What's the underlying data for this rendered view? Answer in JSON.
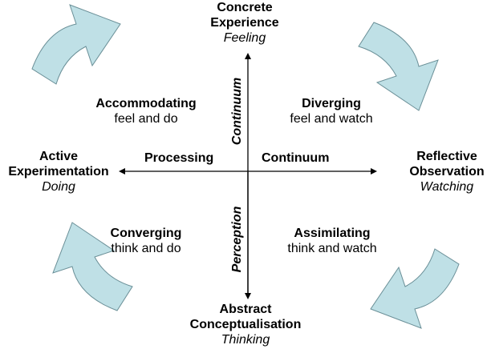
{
  "poles": {
    "top": {
      "title1": "Concrete",
      "title2": "Experience",
      "sub": "Feeling"
    },
    "bottom": {
      "title1": "Abstract",
      "title2": "Conceptualisation",
      "sub": "Thinking"
    },
    "left": {
      "title1": "Active",
      "title2": "Experimentation",
      "sub": "Doing"
    },
    "right": {
      "title1": "Reflective",
      "title2": "Observation",
      "sub": "Watching"
    }
  },
  "quadrants": {
    "top_left": {
      "name": "Accommodating",
      "desc": "feel and do"
    },
    "top_right": {
      "name": "Diverging",
      "desc": "feel and watch"
    },
    "bottom_left": {
      "name": "Converging",
      "desc": "think and do"
    },
    "bottom_right": {
      "name": "Assimilating",
      "desc": "think and watch"
    }
  },
  "axes": {
    "horizontal_left": "Processing",
    "horizontal_right": "Continuum",
    "vertical_top": "Continuum",
    "vertical_bottom": "Perception"
  },
  "colors": {
    "arrow_fill": "#bfe0e6",
    "arrow_stroke": "#6a8f97",
    "axis": "#000000"
  }
}
